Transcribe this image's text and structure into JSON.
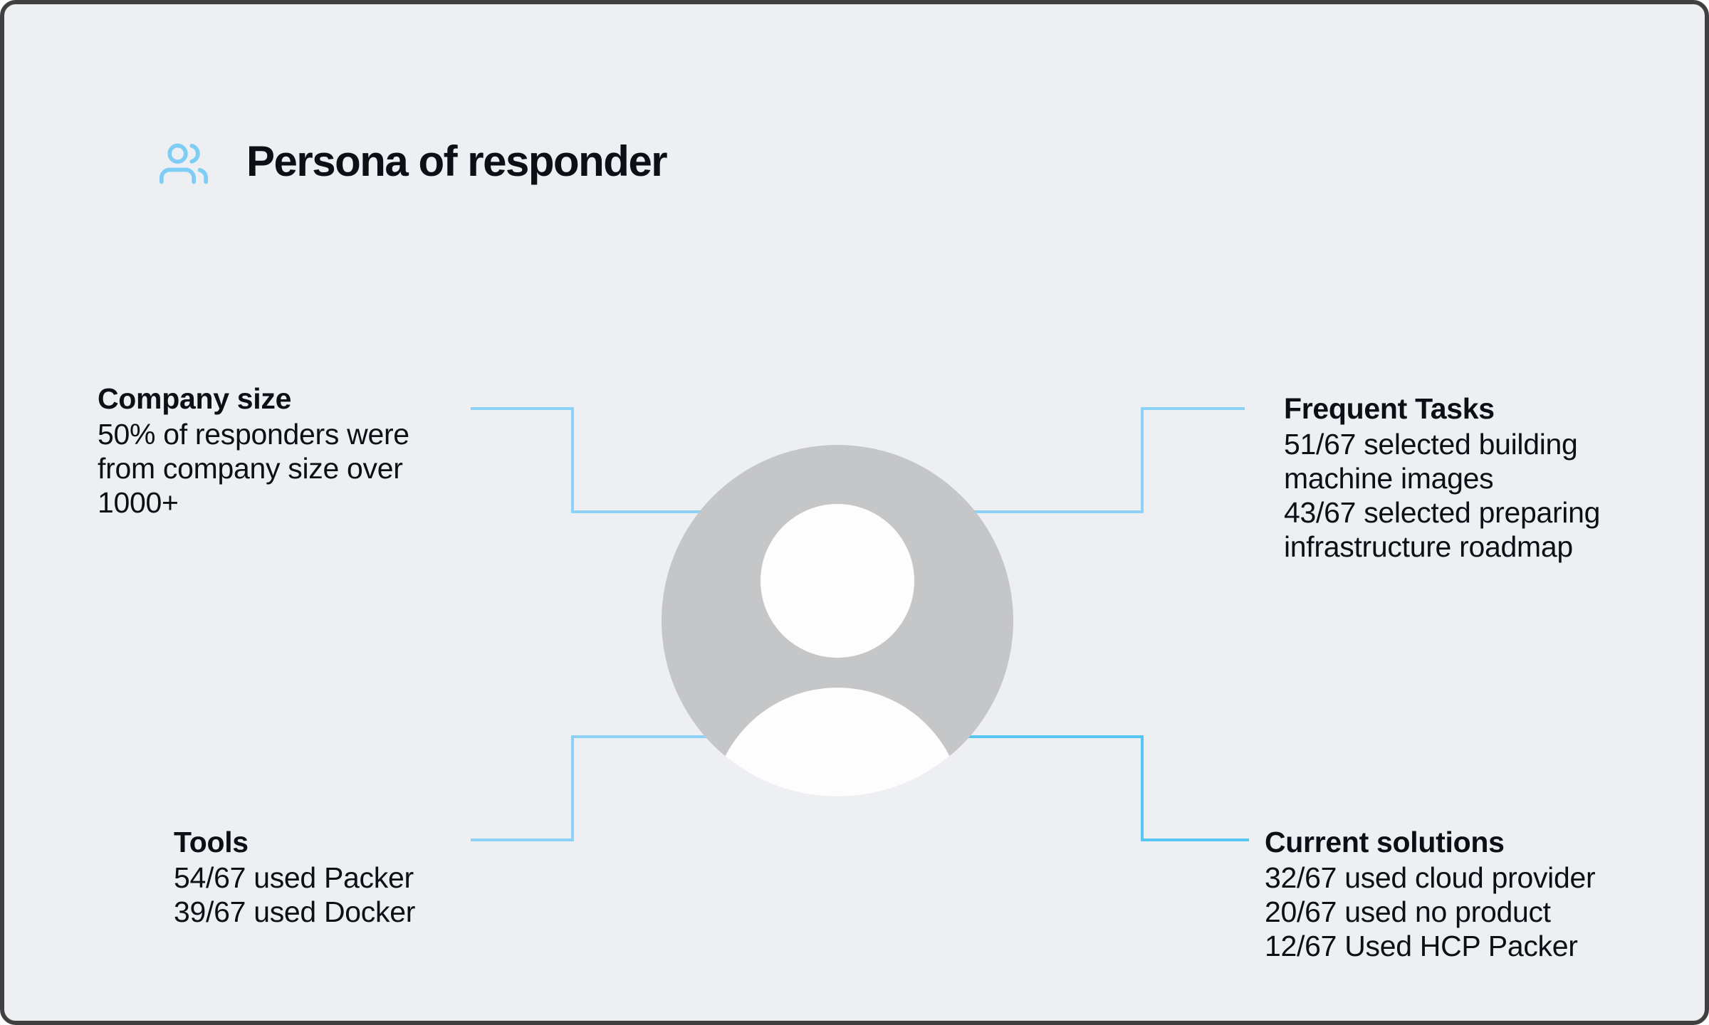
{
  "header": {
    "icon": "users-icon",
    "title": "Persona of responder"
  },
  "avatar": {
    "description": "generic person avatar placeholder"
  },
  "callouts": {
    "company_size": {
      "title": "Company size",
      "lines": [
        "50% of responders were",
        "from company size over",
        "1000+"
      ]
    },
    "frequent_tasks": {
      "title": "Frequent Tasks",
      "lines": [
        "51/67 selected building",
        "machine images",
        "43/67 selected preparing",
        "infrastructure roadmap"
      ]
    },
    "tools": {
      "title": "Tools",
      "lines": [
        "54/67 used Packer",
        "39/67 used Docker"
      ]
    },
    "current_solutions": {
      "title": "Current solutions",
      "lines": [
        "32/67 used cloud provider",
        "20/67 used no product",
        "12/67 Used HCP Packer"
      ]
    }
  },
  "colors": {
    "background": "#edeff3",
    "card_border": "#404040",
    "text": "#0d0f16",
    "connector_blue": "#8bd2f6",
    "connector_blue_strong": "#58c6f3",
    "icon_blue": "#7ecdf5",
    "avatar_gray": "#c5c6c8",
    "avatar_silhouette": "#fdfdfd"
  }
}
